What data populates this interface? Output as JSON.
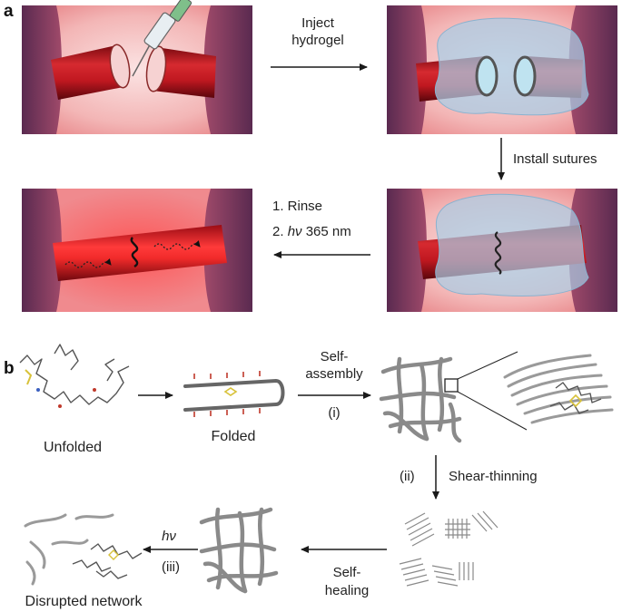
{
  "panel_a": {
    "label": "a",
    "step_inject_line1": "Inject",
    "step_inject_line2": "hydrogel",
    "step_sutures": "Install sutures",
    "step_rinse": "1. Rinse",
    "step_light_prefix": "2. ",
    "step_light_symbol": "hν",
    "step_light_suffix": " 365 nm"
  },
  "panel_b": {
    "label": "b",
    "unfolded": "Unfolded",
    "folded": "Folded",
    "self_assembly_line1": "Self-",
    "self_assembly_line2": "assembly",
    "step_i": "(i)",
    "step_ii": "(ii)",
    "shear_thinning": "Shear-thinning",
    "self_healing_line1": "Self-",
    "self_healing_line2": "healing",
    "light_symbol": "hν",
    "step_iii": "(iii)",
    "disrupted": "Disrupted network"
  },
  "colors": {
    "tissue": "#f0a8a8",
    "vessel": "#b8141c",
    "hydrogel": "#a9cde6",
    "fiber": "#8a8a8a"
  }
}
